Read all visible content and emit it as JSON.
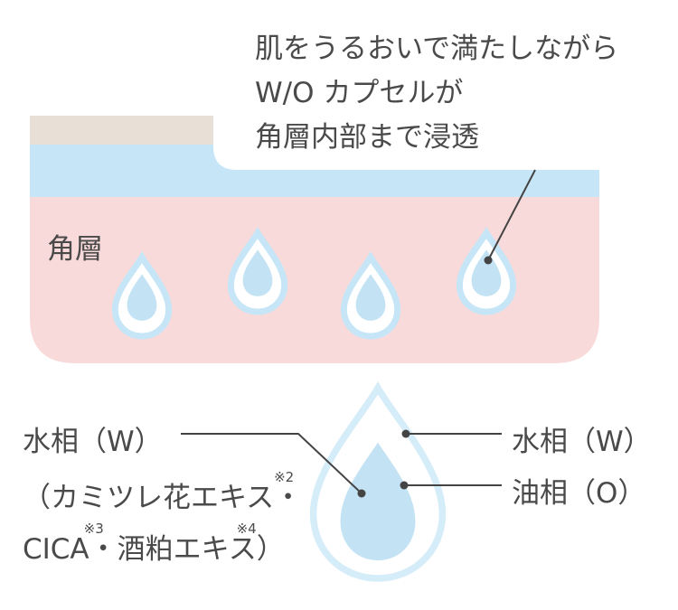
{
  "caption": {
    "line1": "肌をうるおいで満たしながら",
    "line2": "W/O カプセルが",
    "line3": "角層内部まで浸透"
  },
  "skin": {
    "layer_label": "角層",
    "colors": {
      "top_layer": "#e8e0d6",
      "middle_layer": "#c6e6f7",
      "stratum_corneum": "#f9dadb",
      "drop_outline": "#c6e6f7",
      "drop_inner": "#c3e3f5"
    }
  },
  "capsule": {
    "left_label": {
      "line1": "水相（W）",
      "line2_text": "（カミツレ花エキス",
      "line2_note": "※2",
      "line2_dot": "・",
      "line3_text1": "CICA",
      "line3_note1": "※3",
      "line3_dot": "・",
      "line3_text2": "酒粕エキス",
      "line3_note2": "※4",
      "line3_close": "）"
    },
    "right_labels": {
      "outer": "水相（W）",
      "inner": "油相（O）"
    },
    "colors": {
      "outer_phase": "#d5ecf9",
      "inner_phase": "#c3e3f5",
      "leader_line": "#444444"
    }
  }
}
